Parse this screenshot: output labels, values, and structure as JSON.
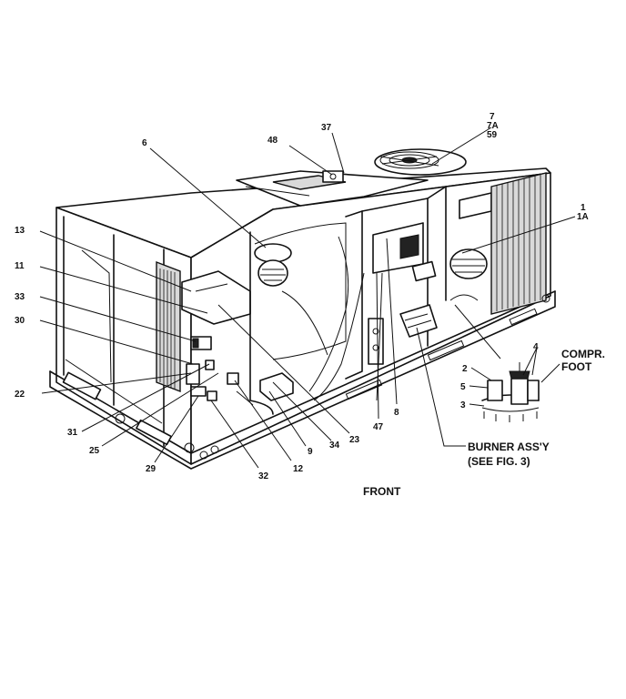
{
  "labels": {
    "l6": "6",
    "l48": "48",
    "l37": "37",
    "l7": "7",
    "l7a": "7A",
    "l59": "59",
    "l1": "1",
    "l1a": "1A",
    "l13": "13",
    "l11": "11",
    "l33": "33",
    "l30": "30",
    "l22": "22",
    "l31": "31",
    "l25": "25",
    "l29": "29",
    "l32": "32",
    "l12": "12",
    "l9": "9",
    "l34": "34",
    "l23": "23",
    "l47": "47",
    "l8": "8",
    "l2": "2",
    "l4": "4",
    "l5": "5",
    "l3": "3",
    "compr": "COMPR.",
    "foot": "FOOT",
    "burner": "BURNER ASS'Y",
    "seefig": "(SEE FIG. 3)",
    "front": "FRONT"
  }
}
